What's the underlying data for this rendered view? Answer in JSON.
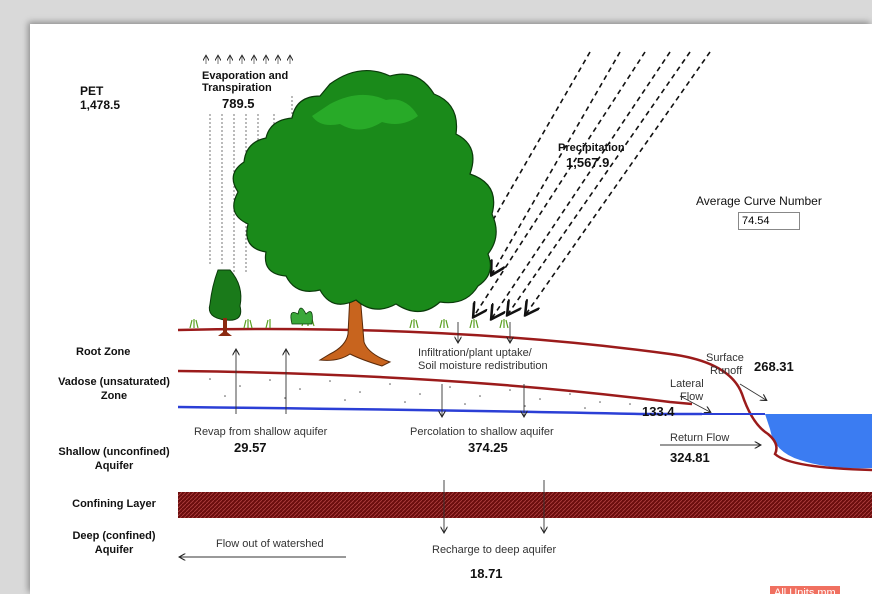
{
  "labels": {
    "pet_title": "PET",
    "pet_value": "1,478.5",
    "et_title_line1": "Evaporation and",
    "et_title_line2": "Transpiration",
    "et_value": "789.5",
    "precip_title": "Precipitation",
    "precip_value": "1,567.9",
    "acn_title": "Average Curve Number",
    "acn_value": "74.54",
    "infiltration_line1": "Infiltration/plant uptake/",
    "infiltration_line2": "Soil moisture redistribution",
    "surface_runoff_line1": "Surface",
    "surface_runoff_line2": "Runoff",
    "surface_runoff_value": "268.31",
    "lateral_flow_line1": "Lateral",
    "lateral_flow_line2": "Flow",
    "lateral_flow_value": "133.4",
    "revap_title": "Revap from shallow aquifer",
    "revap_value": "29.57",
    "percolation_title": "Percolation to shallow aquifer",
    "percolation_value": "374.25",
    "return_flow_title": "Return Flow",
    "return_flow_value": "324.81",
    "flow_out_title": "Flow out of watershed",
    "recharge_title": "Recharge to deep aquifer",
    "recharge_value": "18.71",
    "units_badge": "All Units mm"
  },
  "zones": {
    "root_zone": "Root Zone",
    "vadose_line1": "Vadose (unsaturated)",
    "vadose_line2": "Zone",
    "shallow_line1": "Shallow (unconfined)",
    "shallow_line2": "Aquifer",
    "confining": "Confining Layer",
    "deep_line1": "Deep (confined)",
    "deep_line2": "Aquifer"
  },
  "colors": {
    "soil_line": "#9b1b1b",
    "water_table": "#2b3fd6",
    "water_body": "#3b7cf2",
    "tree_canopy": "#1a8a1a",
    "trunk": "#c8641e",
    "confining": "#6b0d0d"
  }
}
